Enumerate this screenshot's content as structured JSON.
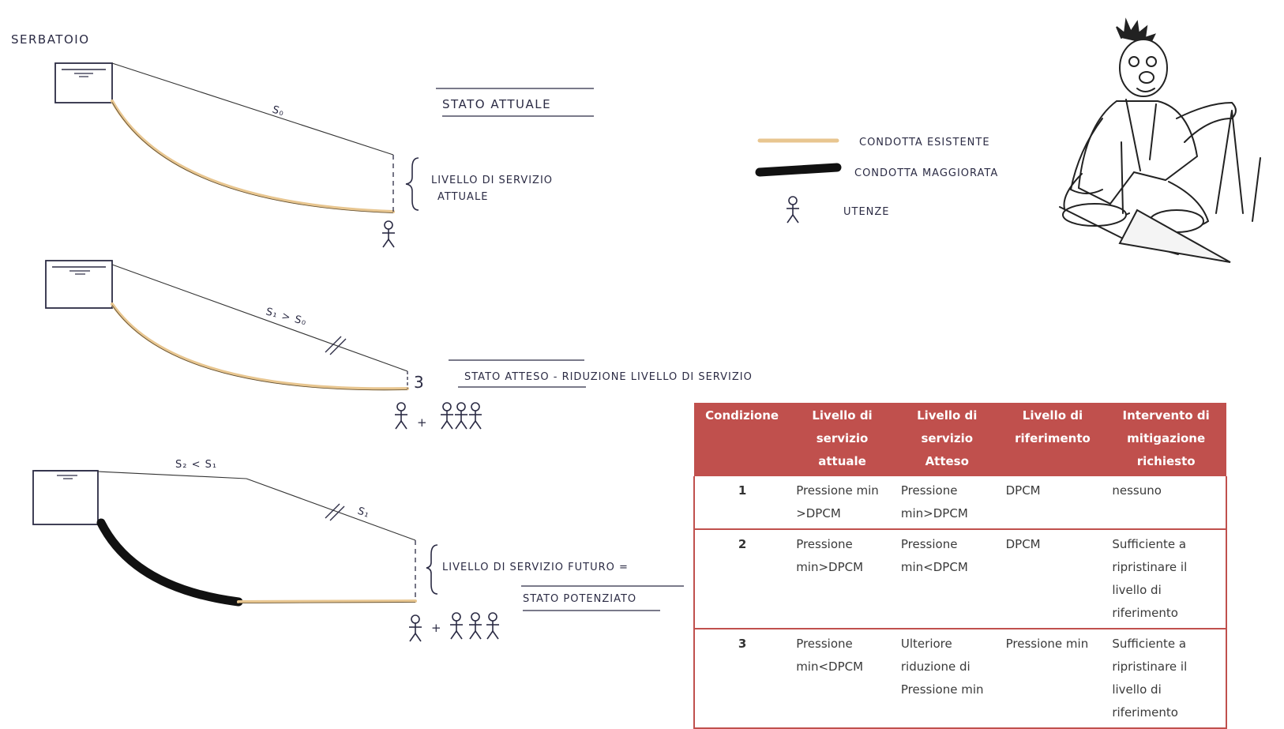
{
  "sketch": {
    "reservoir_label": "SERBATOIO",
    "state_current": "STATO ATTUALE",
    "state_expected": "STATO ATTESO - RIDUZIONE LIVELLO DI SERVIZIO",
    "state_future_line1": "LIVELLO DI SERVIZIO FUTURO =",
    "state_future_line2": "STATO POTENZIATO",
    "service_current_line1": "LIVELLO DI SERVIZIO",
    "service_current_line2": "ATTUALE",
    "slope_s0": "S₀",
    "slope_s1_gt_s0": "S₁ > S₀",
    "slope_s2_lt_s1": "S₂ < S₁",
    "slope_s1": "S₁",
    "users_plus": "+",
    "brace_3": "3"
  },
  "legend": {
    "items": [
      {
        "label": "CONDOTTA ESISTENTE",
        "color": "#e8c690"
      },
      {
        "label": "CONDOTTA MAGGIORATA",
        "color": "#111111"
      },
      {
        "label": "UTENZE"
      }
    ]
  },
  "table": {
    "headers": [
      "Condizione",
      "Livello di servizio attuale",
      "Livello di servizio Atteso",
      "Livello di riferimento",
      "Intervento di mitigazione richiesto"
    ],
    "rows": [
      [
        "1",
        "Pressione min >DPCM",
        "Pressione min>DPCM",
        "DPCM",
        "nessuno"
      ],
      [
        "2",
        "Pressione min>DPCM",
        "Pressione min<DPCM",
        "DPCM",
        "Sufficiente a ripristinare il livello di riferimento"
      ],
      [
        "3",
        "Pressione min<DPCM",
        "Ulteriore riduzione di Pressione min",
        "Pressione min",
        "Sufficiente a ripristinare il livello di riferimento"
      ]
    ]
  },
  "colors": {
    "pipe_existing": "#e8c690",
    "pipe_upgraded": "#111111",
    "table_header": "#c0504d"
  }
}
